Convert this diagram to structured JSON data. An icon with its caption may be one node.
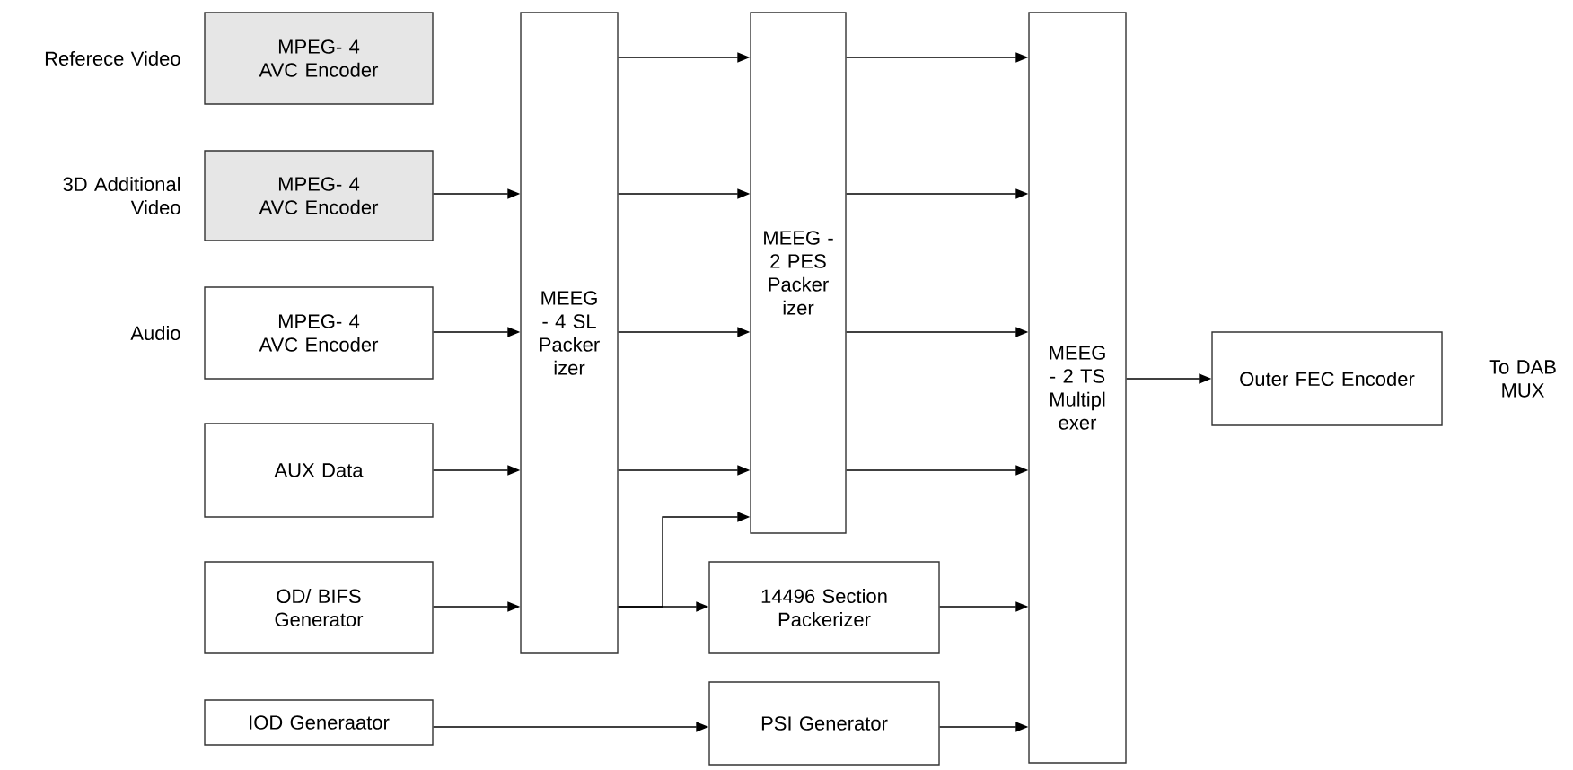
{
  "diagram": {
    "nodes": [
      {
        "text": [
          "MPEG- 4 AVC Encoder"
        ],
        "beside": [
          "Referece Video"
        ]
      },
      {
        "text": [
          "MPEG- 4 AVC Encoder"
        ],
        "beside": [
          "3D Additional Video"
        ]
      },
      {
        "text": [
          "MPEG- 4 AVC Encoder"
        ],
        "beside": [
          "Audio"
        ]
      },
      {
        "text": [
          "AUX Data"
        ]
      },
      {
        "text": [
          "OD/ BIFS Generator"
        ]
      },
      {
        "text": [
          "IOD Generaator"
        ]
      },
      {
        "text": [
          "MEEG - 4 SL Packer izer"
        ]
      },
      {
        "text": [
          "MEEG - 2 PES Packer izer"
        ]
      },
      {
        "text": [
          "14496 Section Packerizer"
        ]
      },
      {
        "text": [
          "PSI Generator"
        ]
      },
      {
        "text": [
          "MEEG - 2 TS Multipl exer"
        ]
      },
      {
        "text": [
          "Outer FEC Encoder"
        ]
      }
    ],
    "edges": [
      {
        "from": 1,
        "to": 6,
        "arrow": "to"
      },
      {
        "from": 2,
        "to": 6,
        "arrow": "to"
      },
      {
        "from": 3,
        "to": 6,
        "arrow": "to"
      },
      {
        "from": 4,
        "to": 6,
        "arrow": "to"
      },
      {
        "from": 6,
        "to": 7,
        "arrow": "to"
      },
      {
        "from": 6,
        "to": 7,
        "arrow": "to"
      },
      {
        "from": 6,
        "to": 7,
        "arrow": "to"
      },
      {
        "from": 6,
        "to": 7,
        "arrow": "to"
      },
      {
        "from": 6,
        "to": 7,
        "arrow": "to"
      },
      {
        "from": 6,
        "to": 8,
        "arrow": "to"
      },
      {
        "from": 7,
        "to": 10,
        "arrow": "to"
      },
      {
        "from": 7,
        "to": 10,
        "arrow": "to"
      },
      {
        "from": 7,
        "to": 10,
        "arrow": "to"
      },
      {
        "from": 7,
        "to": 10,
        "arrow": "to"
      },
      {
        "from": 8,
        "to": 10,
        "arrow": "to"
      },
      {
        "from": 5,
        "to": 9,
        "arrow": "to"
      },
      {
        "from": 9,
        "to": 10,
        "arrow": "to"
      },
      {
        "from": 10,
        "to": 11,
        "arrow": "to"
      }
    ],
    "labels": [
      "To DAB MUX"
    ]
  }
}
